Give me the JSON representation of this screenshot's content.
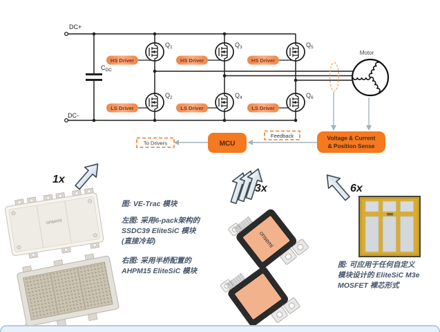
{
  "circuit": {
    "dc_plus": "DC+",
    "dc_minus": "DC-",
    "cap": {
      "main": "C",
      "sub": "DC"
    },
    "transistors": [
      {
        "main": "Q",
        "sub": "1"
      },
      {
        "main": "Q",
        "sub": "2"
      },
      {
        "main": "Q",
        "sub": "3"
      },
      {
        "main": "Q",
        "sub": "4"
      },
      {
        "main": "Q",
        "sub": "5"
      },
      {
        "main": "Q",
        "sub": "6"
      }
    ],
    "hs_driver": "HS Driver",
    "ls_driver": "LS Driver",
    "motor": "Motor",
    "mcu": "MCU",
    "feedback": "Feedback",
    "to_drivers": "To Drivers",
    "sense_line1": "Voltage & Current",
    "sense_line2": "& Position Sense"
  },
  "modules": {
    "left": {
      "multiplier": "1x",
      "logo": "onsemi",
      "caption_title": "图: VE-Trac 模块",
      "caption_left": "左图: 采用6-pack架构的\nSSDC39 EliteSiC 模块\n(直接冷却)",
      "caption_right": "右图: 采用半桥配置的\nAHPM15 EliteSiC 模块"
    },
    "middle": {
      "multiplier": "3x",
      "logo": "onsemi"
    },
    "right": {
      "multiplier": "6x",
      "caption": "图: 可应用于任何自定义\n模块设计的 EliteSiC M3e\nMOSFET 裸芯形式"
    }
  },
  "colors": {
    "accent_orange": "#F4791F",
    "driver_pill_text": "#8F2F0C",
    "slate_text": "#44546A",
    "arrow_gray": "#9FB3BC",
    "bar_blue": "#AECBE6"
  }
}
